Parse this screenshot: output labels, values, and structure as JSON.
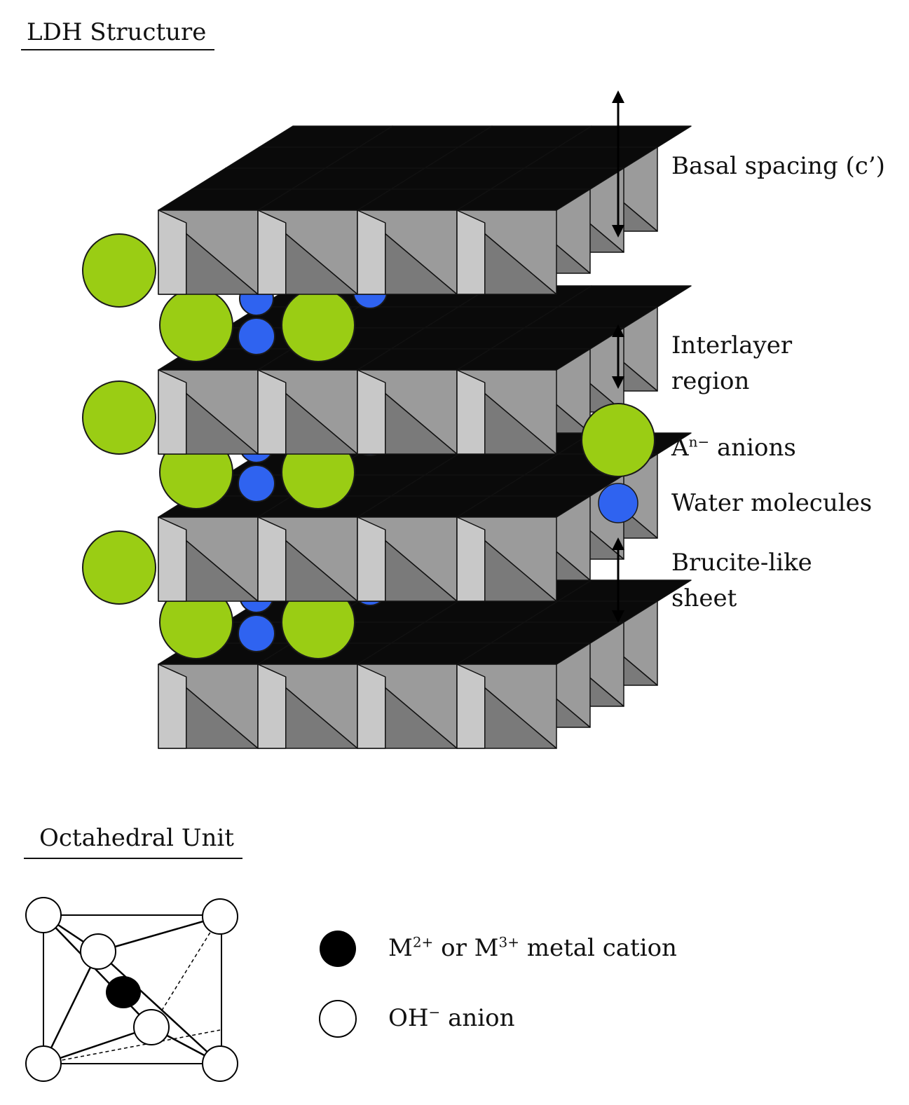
{
  "ldh_heading": "LDH Structure",
  "octahedral_heading": "Octahedral Unit",
  "legend": {
    "basal_spacing": "Basal spacing (c’)",
    "interlayer_line1": "Interlayer",
    "interlayer_line2": "region",
    "anions_base": "A",
    "anions_sup": "n−",
    "anions_rest": " anions",
    "water": "Water molecules",
    "brucite_line1": "Brucite-like",
    "brucite_line2": "sheet"
  },
  "unit_legend": {
    "metal_pre": "M",
    "metal_sup1": "2+",
    "metal_mid": " or M",
    "metal_sup2": "3+",
    "metal_post": " metal cation",
    "oh_base": "OH",
    "oh_sup": "−",
    "oh_post": " anion"
  },
  "colors": {
    "anion_green": "#9acd14",
    "water_blue": "#2f63f0",
    "octahedron_face_dark": "#7a7a7a",
    "octahedron_face_mid": "#9b9b9b",
    "octahedron_face_light": "#c8c8c8",
    "octahedron_top": "#0a0a0a",
    "metal_cation": "#000000",
    "oh_anion": "#ffffff"
  }
}
